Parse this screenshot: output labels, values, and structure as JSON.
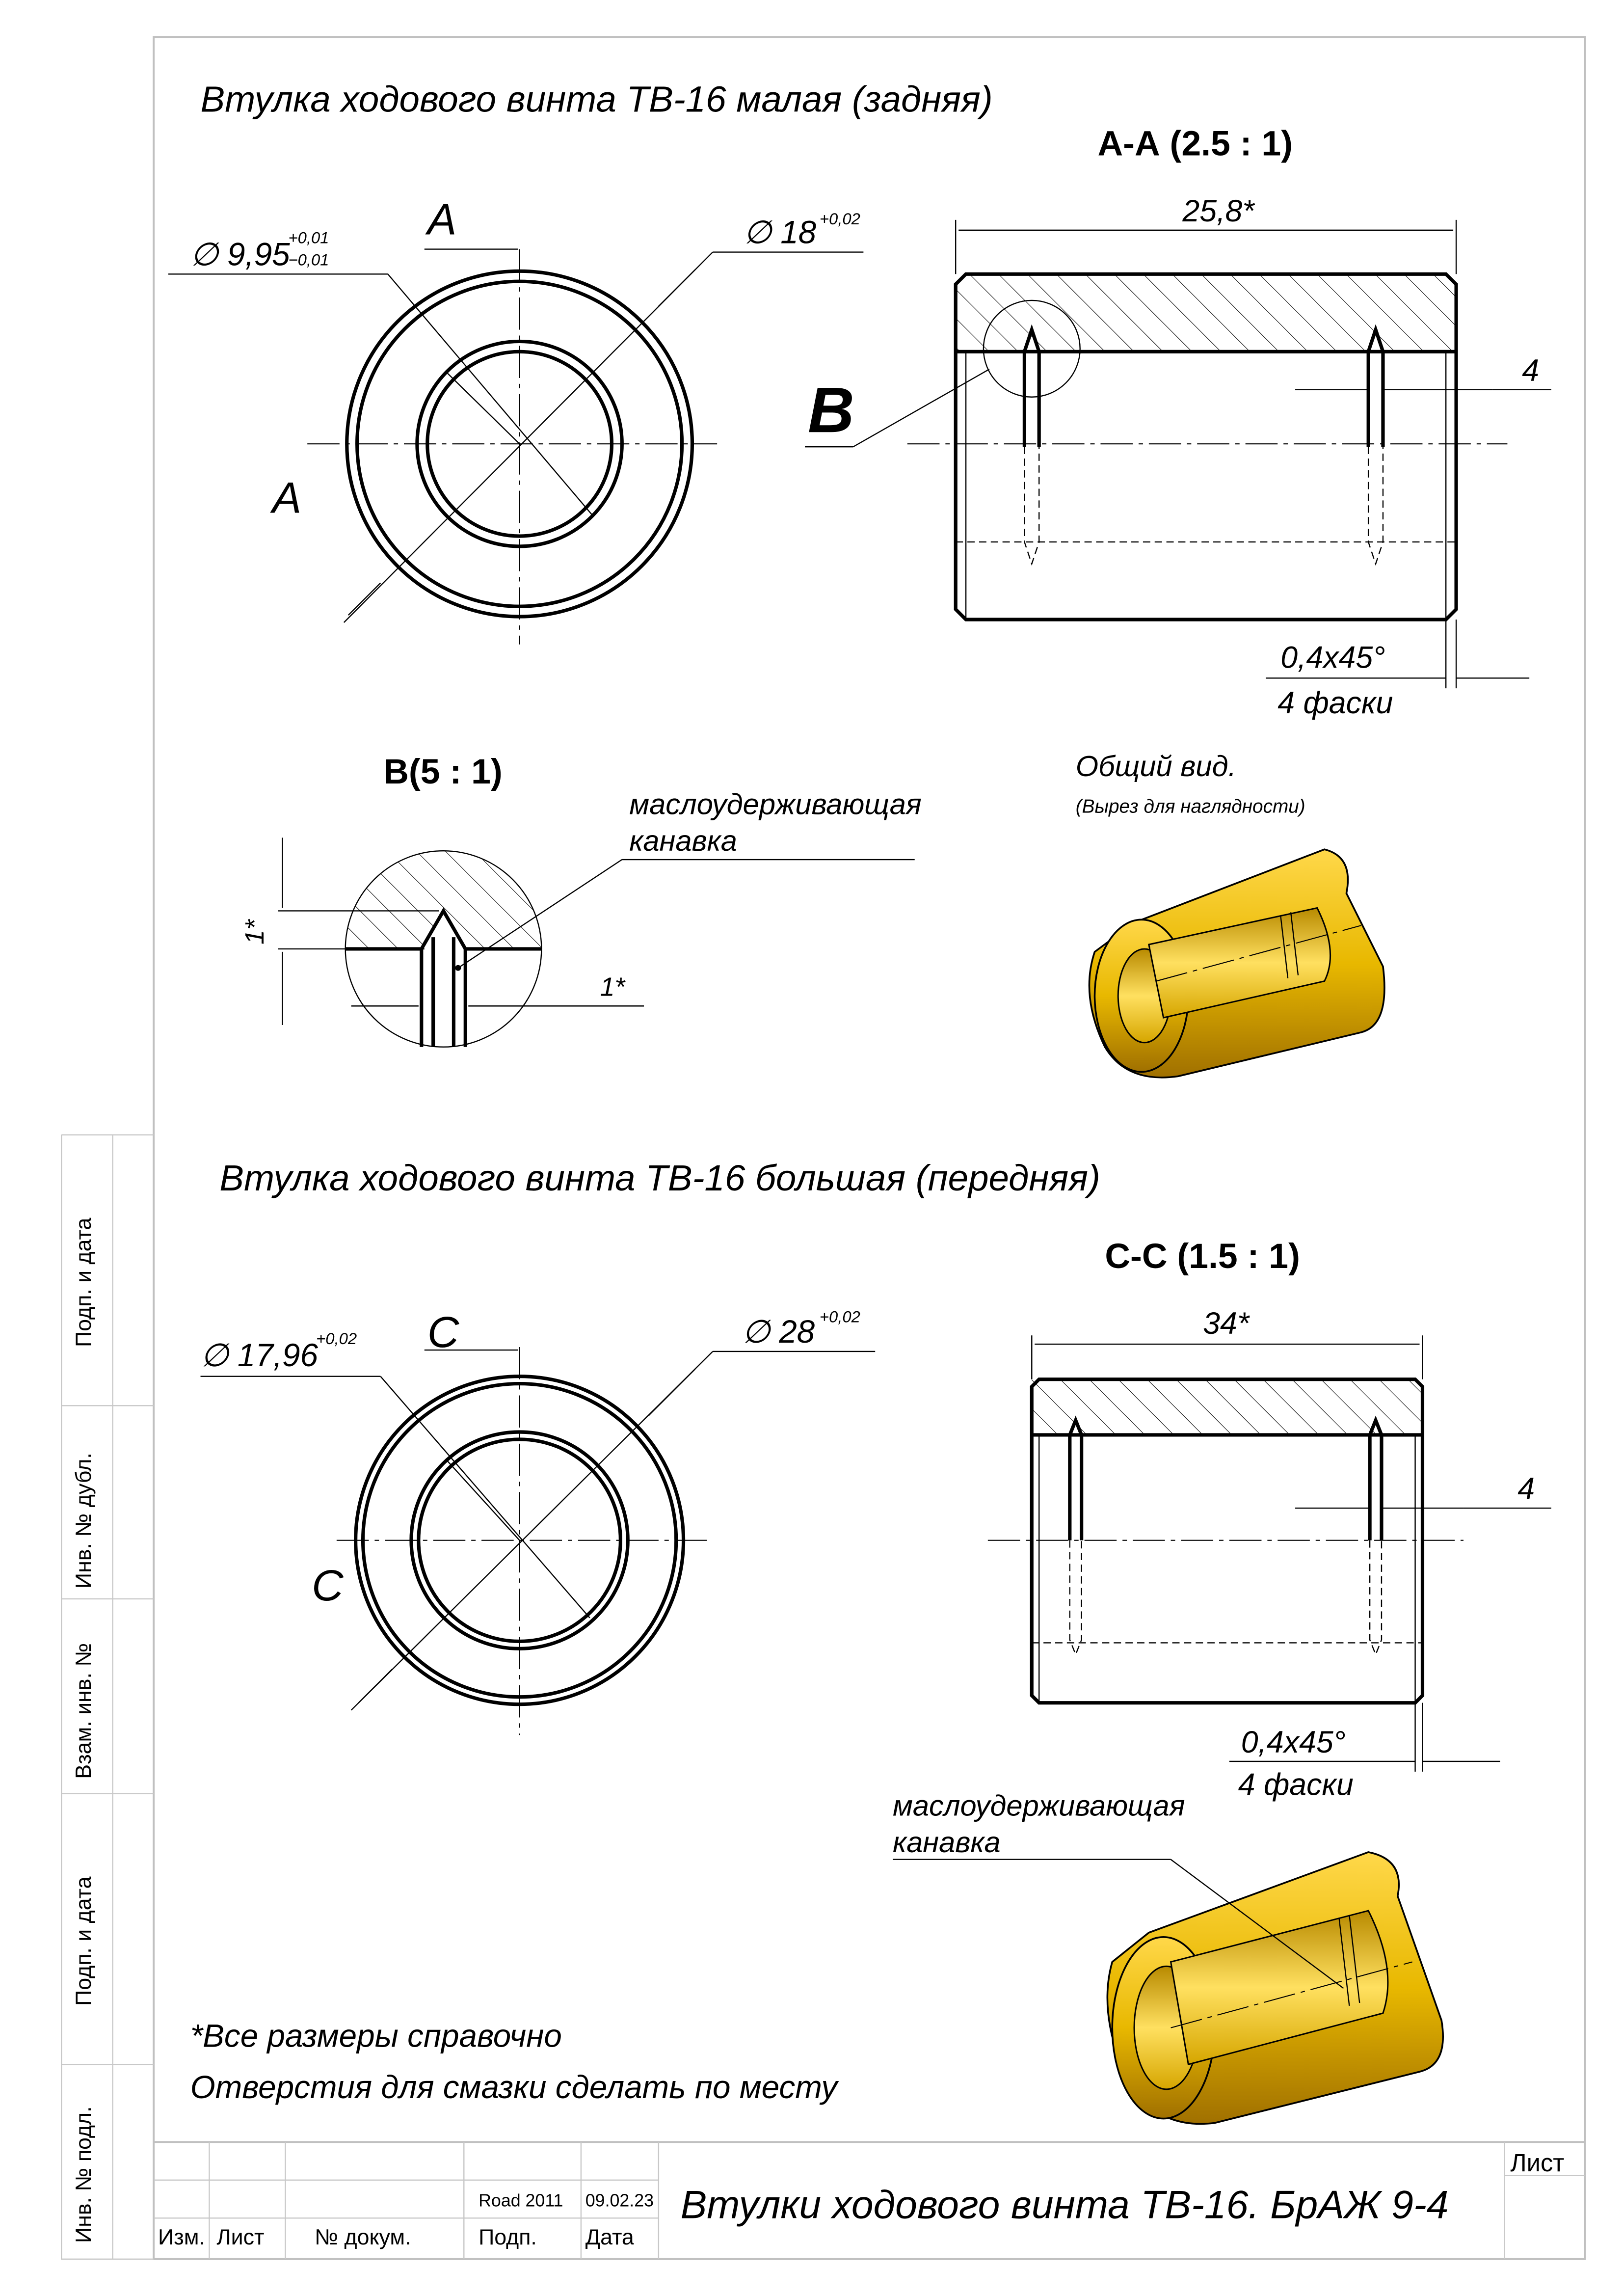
{
  "drawing": {
    "part1": {
      "title": "Втулка ходового винта ТВ-16 малая (задняя)",
      "section_label": "А-А (2.5 : 1)",
      "inner_diameter": "∅ 9,95",
      "inner_tol_upper": "+0,01",
      "inner_tol_lower": "−0,01",
      "outer_diameter": "∅ 18",
      "outer_tol": "+0,02",
      "cut_letter": "А",
      "length_dim": "25,8*",
      "groove_dim": "4",
      "chamfer": "0,4х45°",
      "chamfer_count": "4 фаски",
      "detail_letter": "В",
      "detail_label": "В(5 : 1)",
      "groove_note_1": "маслоудерживающая",
      "groove_note_2": "канавка",
      "detail_dim_v": "1*",
      "detail_dim_h": "1*",
      "iso_title": "Общий вид.",
      "iso_subtitle": "(Вырез для наглядности)"
    },
    "part2": {
      "title": "Втулка ходового винта ТВ-16 большая (передняя)",
      "section_label": "С-С (1.5 : 1)",
      "inner_diameter": "∅ 17,96",
      "inner_tol": "+0,02",
      "outer_diameter": "∅ 28",
      "outer_tol": "+0,02",
      "cut_letter": "С",
      "length_dim": "34*",
      "groove_dim": "4",
      "chamfer": "0,4х45°",
      "chamfer_count": "4 фаски",
      "groove_note_1": "маслоудерживающая",
      "groove_note_2": "канавка"
    },
    "notes": [
      "*Все размеры справочно",
      "Отверстия для смазки сделать по месту"
    ],
    "colors": {
      "bronze": "#e8b800",
      "bronze_dark": "#a07000"
    }
  },
  "title_block": {
    "designation": "Втулки ходового винта ТВ-16. БрАЖ 9-4",
    "sheet_label": "Лист",
    "signer": "Road 2011",
    "date": "09.02.23",
    "columns": [
      "Изм.",
      "Лист",
      "№ докум.",
      "Подп.",
      "Дата"
    ]
  },
  "side_stamp": [
    "Подп. и дата",
    "Инв. № дубл.",
    "Взам. инв. №",
    "Подп. и дата",
    "Инв. № подл."
  ]
}
